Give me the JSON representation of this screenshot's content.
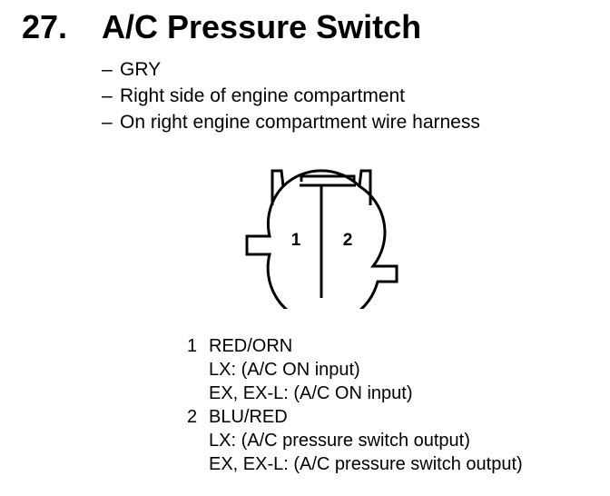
{
  "heading": {
    "number": "27.",
    "title": "A/C Pressure Switch"
  },
  "notes": [
    "GRY",
    "Right side of engine compartment",
    "On right engine compartment wire harness"
  ],
  "note_dash": "–",
  "connector": {
    "terminal_labels": [
      "1",
      "2"
    ]
  },
  "pins": [
    {
      "number": "1",
      "wire": "RED/ORN",
      "details": [
        "LX: (A/C ON input)",
        "EX, EX-L: (A/C ON input)"
      ]
    },
    {
      "number": "2",
      "wire": "BLU/RED",
      "details": [
        "LX: (A/C pressure switch output)",
        "EX, EX-L: (A/C pressure switch output)"
      ]
    }
  ]
}
